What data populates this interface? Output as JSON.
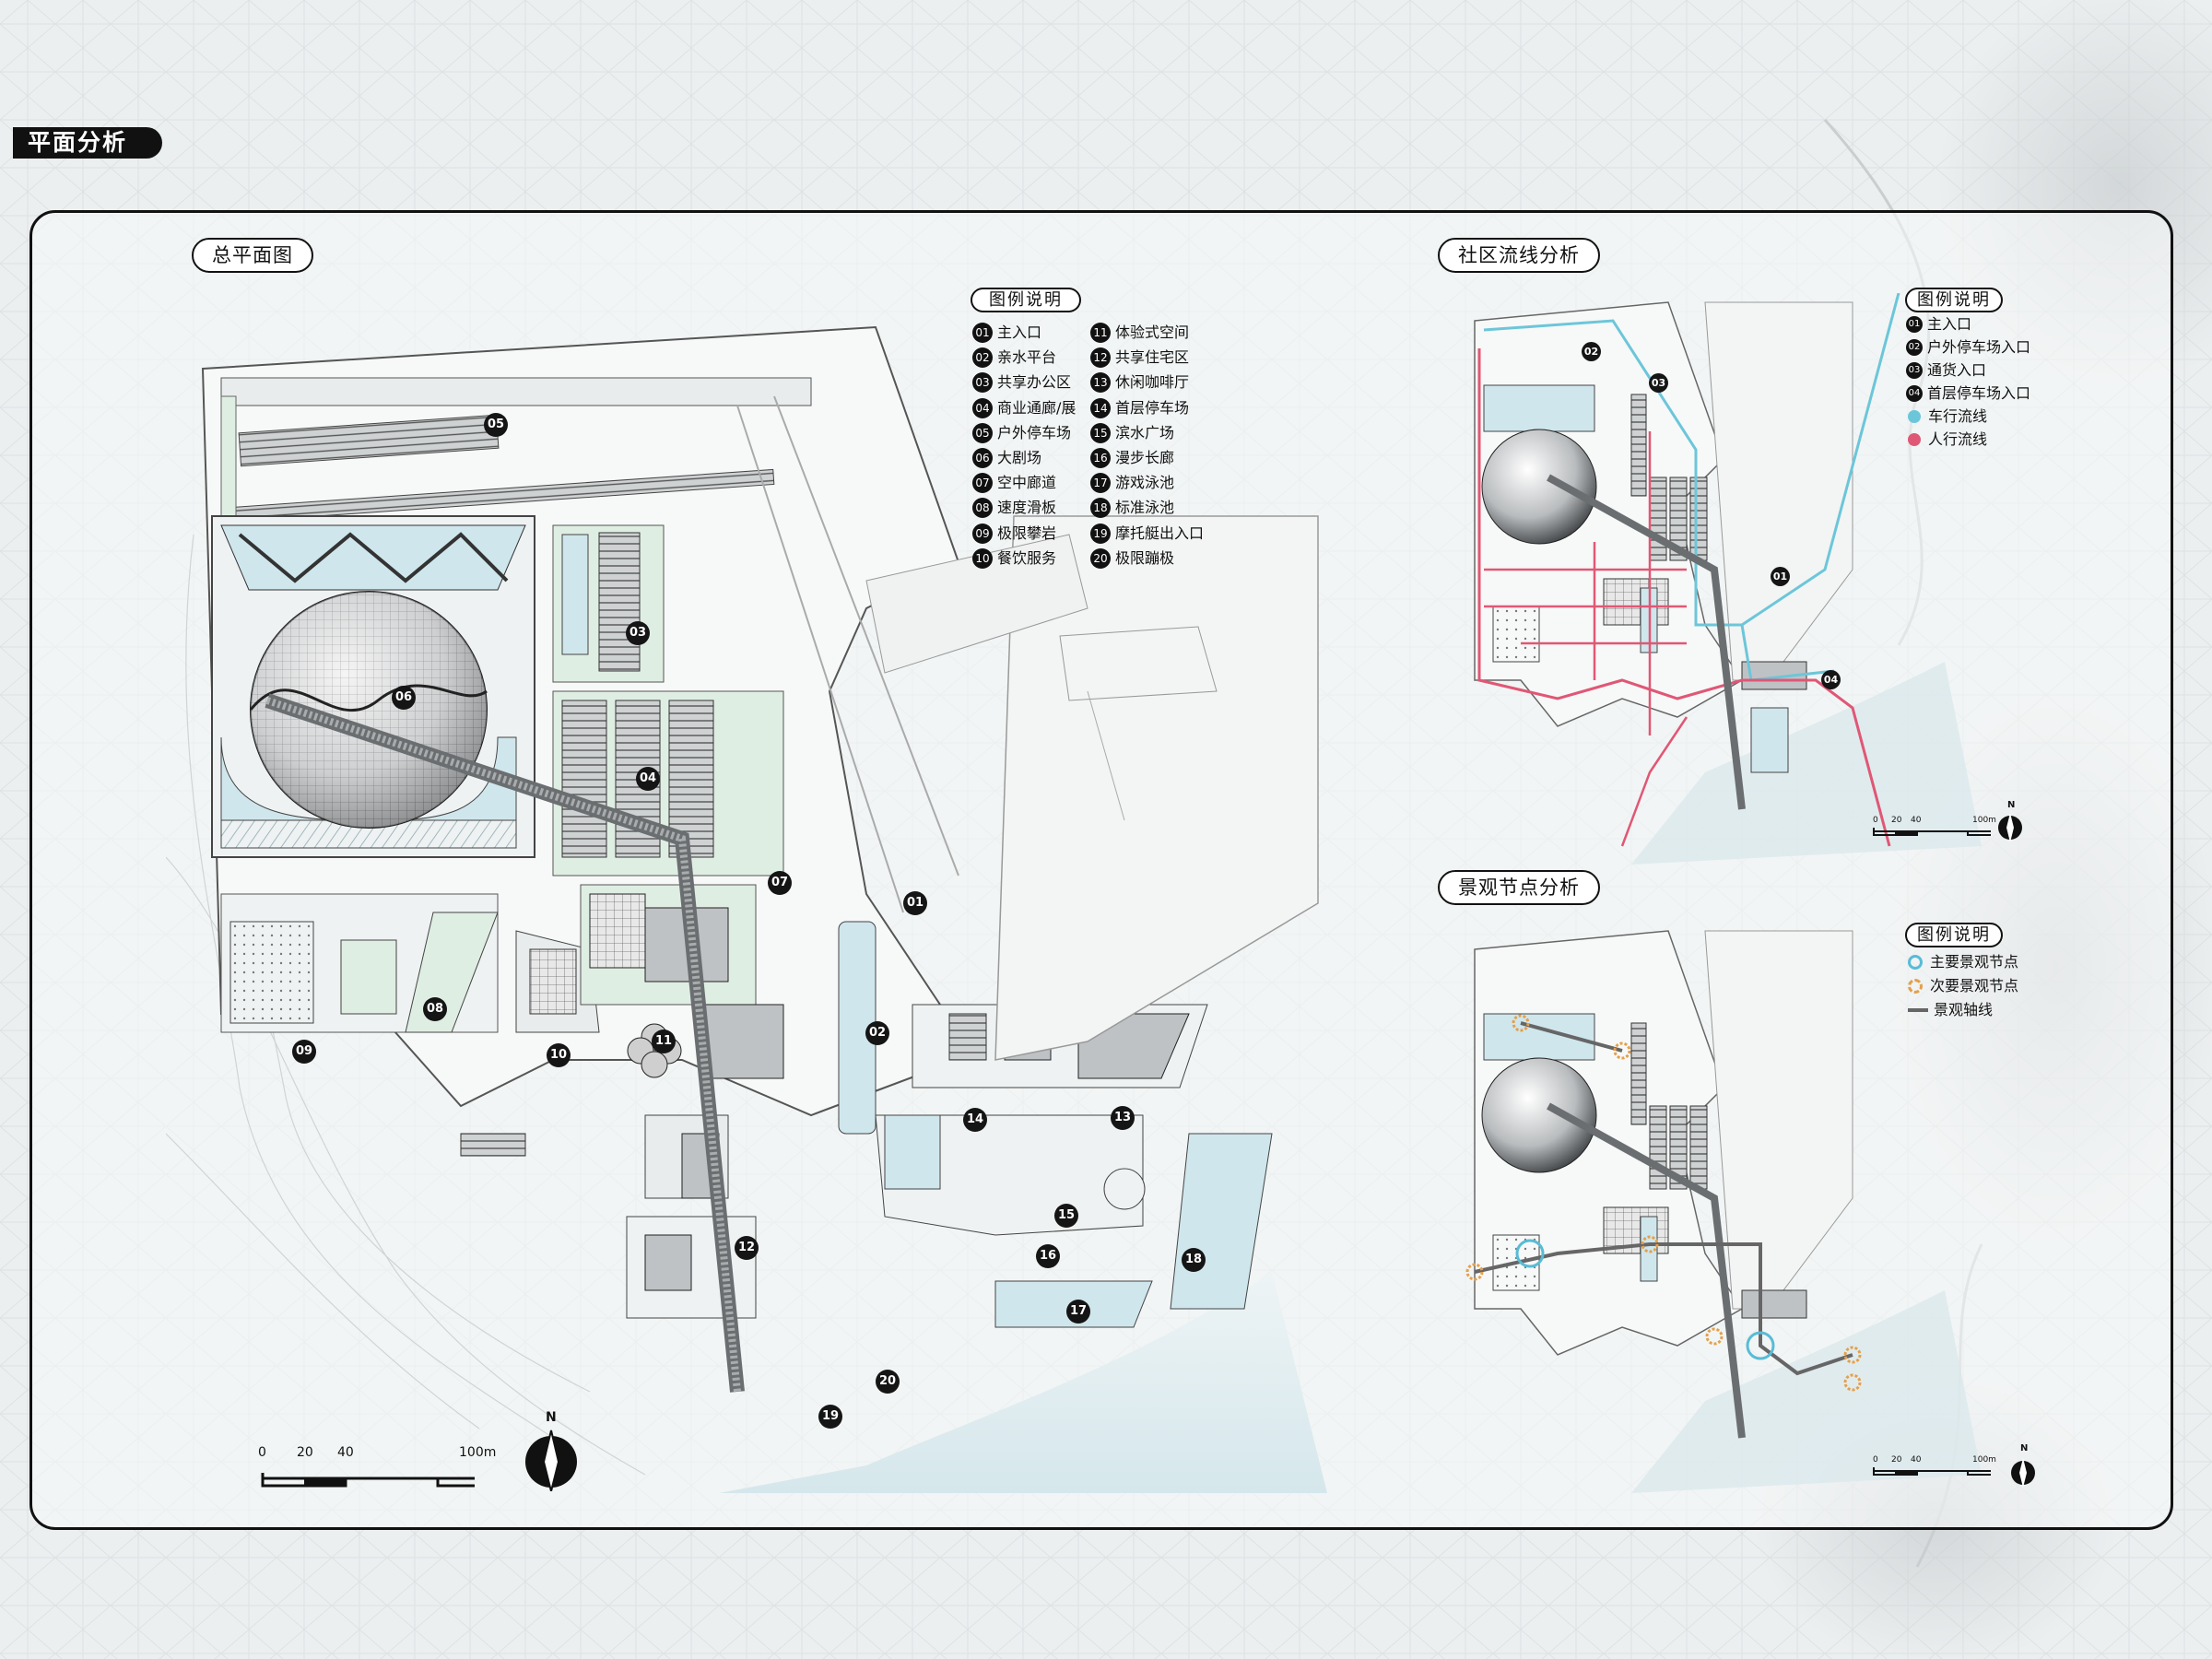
{
  "section_title": "平面分析",
  "master_plan": {
    "title": "总平面图",
    "legend_title": "图例说明",
    "legend_items": [
      {
        "num": "01",
        "label": "主入口"
      },
      {
        "num": "02",
        "label": "亲水平台"
      },
      {
        "num": "03",
        "label": "共享办公区"
      },
      {
        "num": "04",
        "label": "商业通廊/展"
      },
      {
        "num": "05",
        "label": "户外停车场"
      },
      {
        "num": "06",
        "label": "大剧场"
      },
      {
        "num": "07",
        "label": "空中廊道"
      },
      {
        "num": "08",
        "label": "速度滑板"
      },
      {
        "num": "09",
        "label": "极限攀岩"
      },
      {
        "num": "10",
        "label": "餐饮服务"
      },
      {
        "num": "11",
        "label": "体验式空间"
      },
      {
        "num": "12",
        "label": "共享住宅区"
      },
      {
        "num": "13",
        "label": "休闲咖啡厅"
      },
      {
        "num": "14",
        "label": "首层停车场"
      },
      {
        "num": "15",
        "label": "滨水广场"
      },
      {
        "num": "16",
        "label": "漫步长廊"
      },
      {
        "num": "17",
        "label": "游戏泳池"
      },
      {
        "num": "18",
        "label": "标准泳池"
      },
      {
        "num": "19",
        "label": "摩托艇出入口"
      },
      {
        "num": "20",
        "label": "极限蹦极"
      }
    ],
    "scale": {
      "t0": "0",
      "t1": "20",
      "t2": "40",
      "t3": "100m"
    },
    "north": "N",
    "markers": [
      "01",
      "02",
      "03",
      "04",
      "05",
      "06",
      "07",
      "08",
      "09",
      "10",
      "11",
      "12",
      "13",
      "14",
      "15",
      "16",
      "17",
      "18",
      "19",
      "20"
    ]
  },
  "flow_analysis": {
    "title": "社区流线分析",
    "legend_title": "图例说明",
    "legend_items": [
      {
        "num": "01",
        "label": "主入口"
      },
      {
        "num": "02",
        "label": "户外停车场入口"
      },
      {
        "num": "03",
        "label": "通货入口"
      },
      {
        "num": "04",
        "label": "首层停车场入口"
      }
    ],
    "lines": [
      {
        "label": "车行流线",
        "color": "#6cc6d9"
      },
      {
        "label": "人行流线",
        "color": "#e05775"
      }
    ],
    "markers": [
      "02",
      "03",
      "01",
      "04"
    ],
    "scale": {
      "t0": "0",
      "t1": "20",
      "t2": "40",
      "t3": "100m"
    },
    "north": "N"
  },
  "landscape_analysis": {
    "title": "景观节点分析",
    "legend_title": "图例说明",
    "legend_items": [
      {
        "label": "主要景观节点",
        "color": "#58bcd6"
      },
      {
        "label": "次要景观节点",
        "color": "#e4a04a"
      },
      {
        "label": "景观轴线",
        "color": "#666666"
      }
    ],
    "scale": {
      "t0": "0",
      "t1": "20",
      "t2": "40",
      "t3": "100m"
    },
    "north": "N"
  },
  "colors": {
    "water": "#cfe6ec",
    "green": "#dfeee3",
    "ink": "#111111",
    "pink": "#e05775",
    "cyan": "#6cc6d9"
  }
}
